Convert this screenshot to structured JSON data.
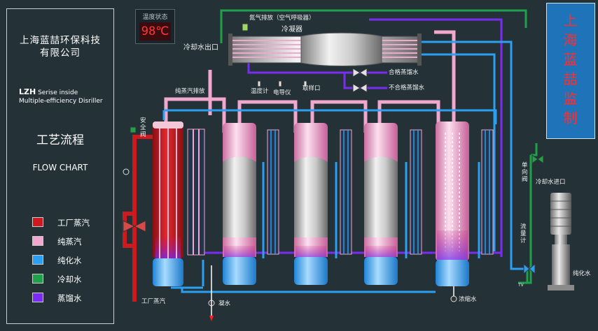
{
  "company": {
    "line1": "上海蓝喆环保科技",
    "line2": "有限公司"
  },
  "series": {
    "code": "LZH",
    "line1": " Serise inside",
    "line2": "Multiple-efficiency Disriller"
  },
  "process_title": "工艺流程",
  "flow_chart_label": "FLOW CHART",
  "legend": [
    {
      "label": "工厂蒸汽",
      "color": "#cc1a1f"
    },
    {
      "label": "纯蒸汽",
      "color": "#f1a8cf"
    },
    {
      "label": "纯化水",
      "color": "#2d9ff0"
    },
    {
      "label": "冷却水",
      "color": "#1fa04b"
    },
    {
      "label": "蒸馏水",
      "color": "#7a2cf0"
    }
  ],
  "temperature": {
    "label": "温度状态",
    "value": "98℃"
  },
  "monitor": {
    "chars": [
      "上",
      "海",
      "蓝",
      "喆",
      "监",
      "制"
    ]
  },
  "labels": {
    "vent": "氮气排放（空气呼吸器）",
    "condenser": "冷凝器",
    "cooling_out": "冷却水出口",
    "qualified": "合格蒸馏水",
    "unqualified": "不合格蒸馏水",
    "thermometer": "温度计",
    "conductivity": "电导仪",
    "sampling": "取样口",
    "pure_steam_vent": "纯蒸汽排放",
    "safety_valve": "安全阀",
    "check_valve": "单向阀",
    "cooling_in": "冷却水进口",
    "flowmeter": "流量计",
    "purified_water": "纯化水",
    "pump_tag": "TV",
    "factory_steam": "工厂蒸汽",
    "condensate": "凝水",
    "concentrate": "浓缩水"
  }
}
